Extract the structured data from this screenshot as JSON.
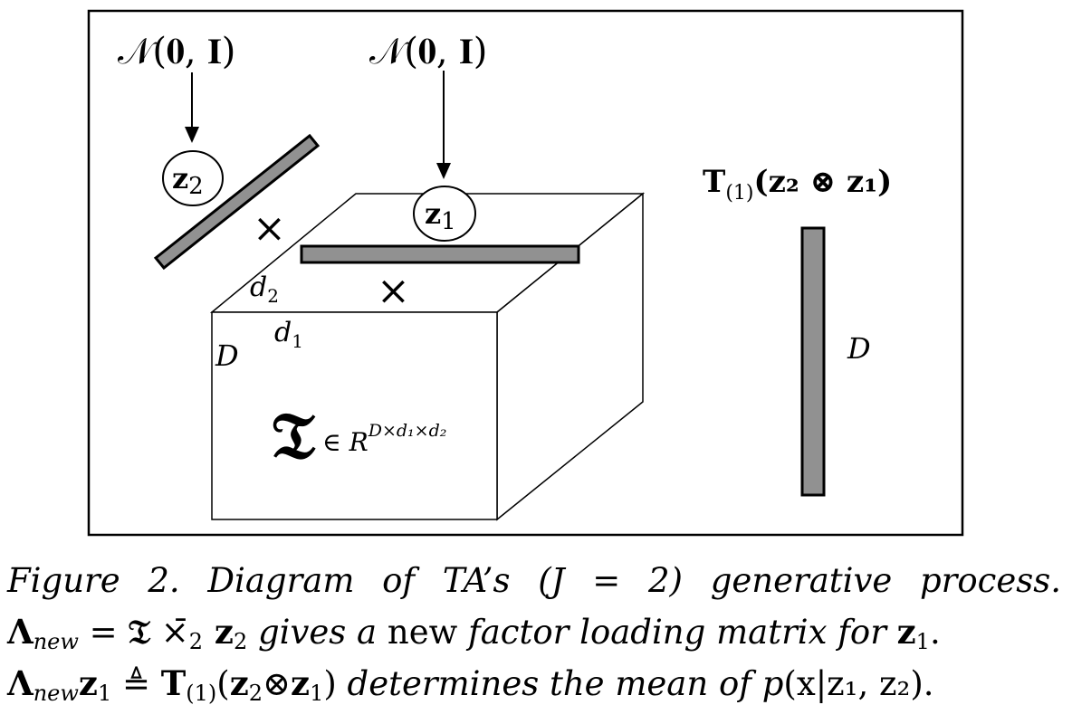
{
  "diagram": {
    "prior_left": "𝒩(𝟎, 𝐈)",
    "prior_right": "𝒩(𝟎, 𝐈)",
    "z2": {
      "base": "z",
      "sub": "2"
    },
    "z1": {
      "base": "z",
      "sub": "1"
    },
    "times_left": "×",
    "times_right": "×",
    "d2": {
      "base": "d",
      "sub": "2"
    },
    "d1": {
      "base": "d",
      "sub": "1"
    },
    "D_cube": "D",
    "tensor_symbol": "𝔗",
    "tensor_space": {
      "prefix": "∈ R",
      "sup": "D×d₁×d₂"
    },
    "result_label": {
      "T": "T",
      "sub": "(1)",
      "args": "(z₂ ⊗ z₁)"
    },
    "D_vector": "D"
  },
  "caption": {
    "line1": [
      "Figure",
      "2.",
      "Diagram",
      "of",
      "TA’s",
      "(J",
      "=",
      "2)",
      "generative",
      "process."
    ],
    "line2": {
      "lambda": "Λ",
      "lambda_sub": "new",
      "eq": " = ",
      "tensor": "𝔗",
      "op": " ×̄",
      "op_sub": "2",
      "z": " z",
      "z_sub": "2",
      "text_it1": " gives a ",
      "text_rm": "new",
      "text_it2": " factor loading matrix for ",
      "z1": "z",
      "z1_sub": "1",
      "end": "."
    },
    "line3": {
      "lambda": "Λ",
      "lambda_sub": "new",
      "z1": "z",
      "z1_sub": "1",
      "defeq": " ≜ ",
      "T": "T",
      "T_sub": "(1)",
      "args_open": "(",
      "z2": "z",
      "z2_sub": "2",
      "otimes": "⊗",
      "z1b": "z",
      "z1b_sub": "1",
      "args_close": ")",
      "text_it": " determines the mean of ",
      "p": "p",
      "p_args": "(x|z₁, z₂)",
      "end": "."
    }
  }
}
